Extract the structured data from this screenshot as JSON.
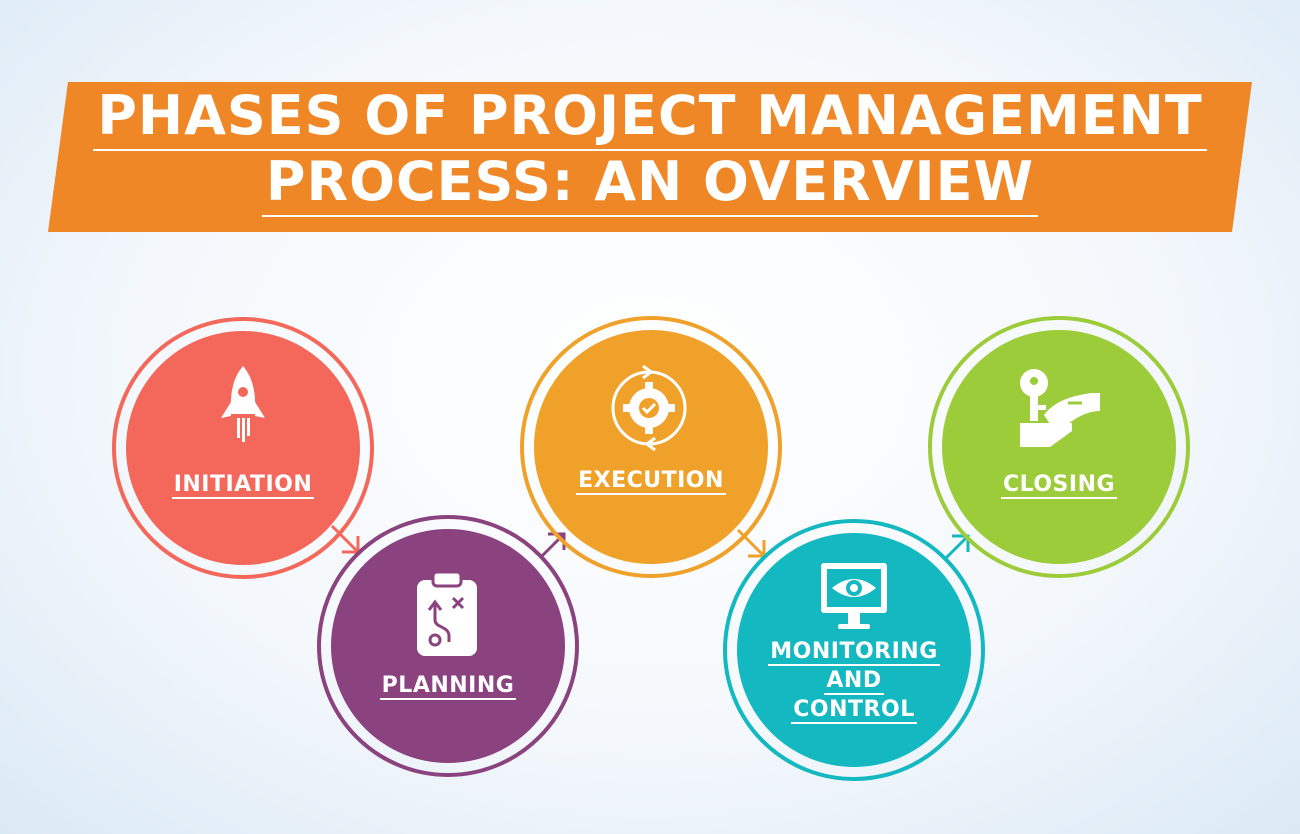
{
  "title": {
    "line1": "PHASES OF PROJECT MANAGEMENT",
    "line2": "PROCESS: AN OVERVIEW"
  },
  "phases": [
    {
      "label": "INITIATION",
      "icon": "rocket-icon",
      "color": "#f4685b"
    },
    {
      "label": "PLANNING",
      "icon": "clipboard-strategy-icon",
      "color": "#8b437f"
    },
    {
      "label": "EXECUTION",
      "icon": "gear-cycle-icon",
      "color": "#f0a12a"
    },
    {
      "label_lines": [
        "MONITORING",
        "AND",
        "CONTROL"
      ],
      "icon": "monitor-eye-icon",
      "color": "#14b8c0"
    },
    {
      "label": "CLOSING",
      "icon": "key-hand-icon",
      "color": "#9dcc3b"
    }
  ],
  "colors": {
    "banner": "#ef8727",
    "background": "#f4f8fc"
  }
}
